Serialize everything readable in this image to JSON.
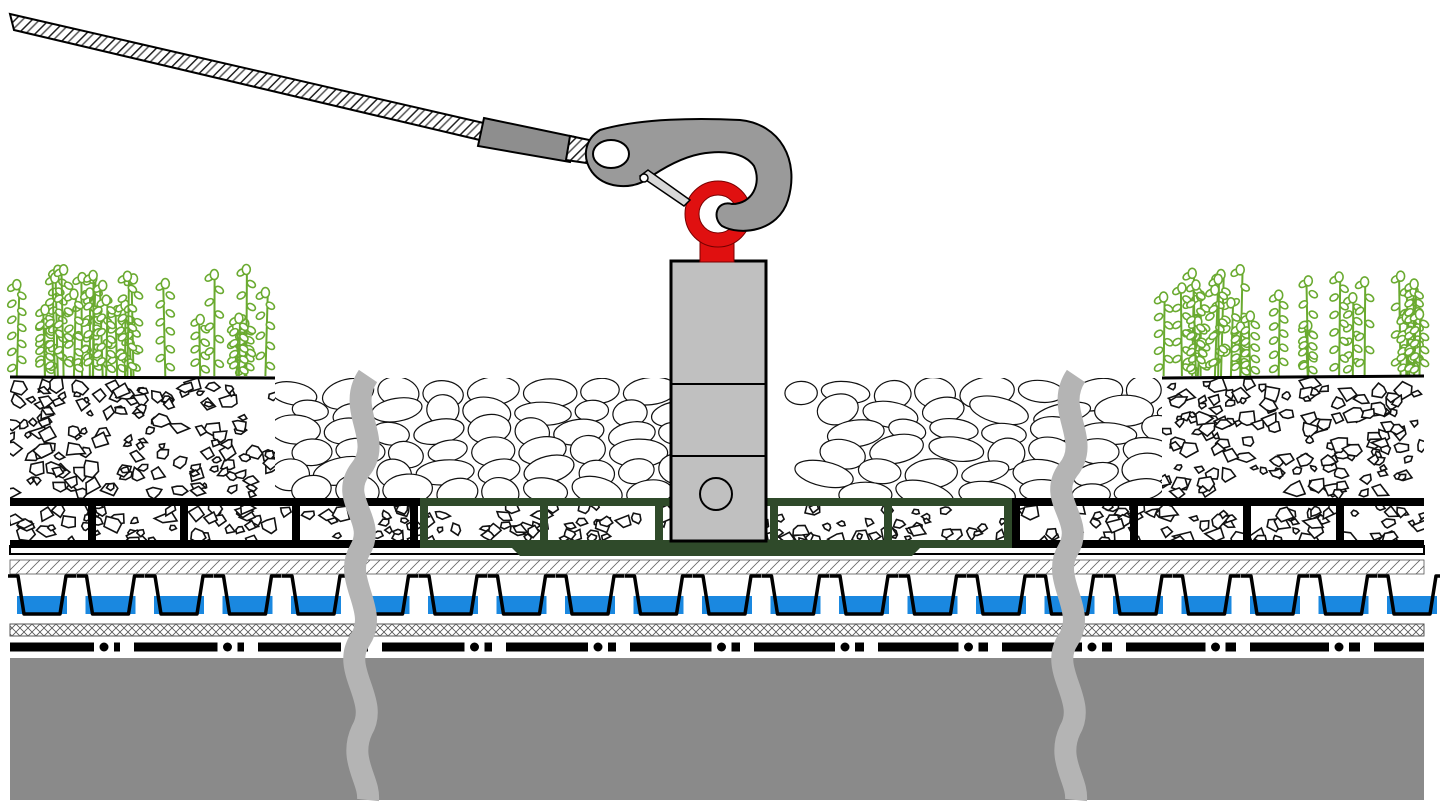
{
  "figure": {
    "elements": {
      "rope": "steel-wire-rope",
      "hook": "crane-hook",
      "eyebolt": "lifting-eye-bolt",
      "ballast": "stacked-ballast-blocks",
      "frame": "base-frame",
      "vegetation": "green-roof-plants",
      "substrate": "green-roof-substrate",
      "gravel": "gravel-ballast",
      "drainage": "drainage-retention-board",
      "membrane": "waterproofing-membrane",
      "deck": "concrete-roof-deck",
      "breaks": "section-break-lines"
    },
    "colors": {
      "plant": "#6aaa30",
      "eyebolt": "#e01010",
      "frame": "#2f4a2a",
      "water": "#1a88e0",
      "ballast": "#c0c0c0",
      "hook": "#9a9a9a",
      "deck": "#8a8a8a",
      "break": "#b4b4b4"
    }
  }
}
